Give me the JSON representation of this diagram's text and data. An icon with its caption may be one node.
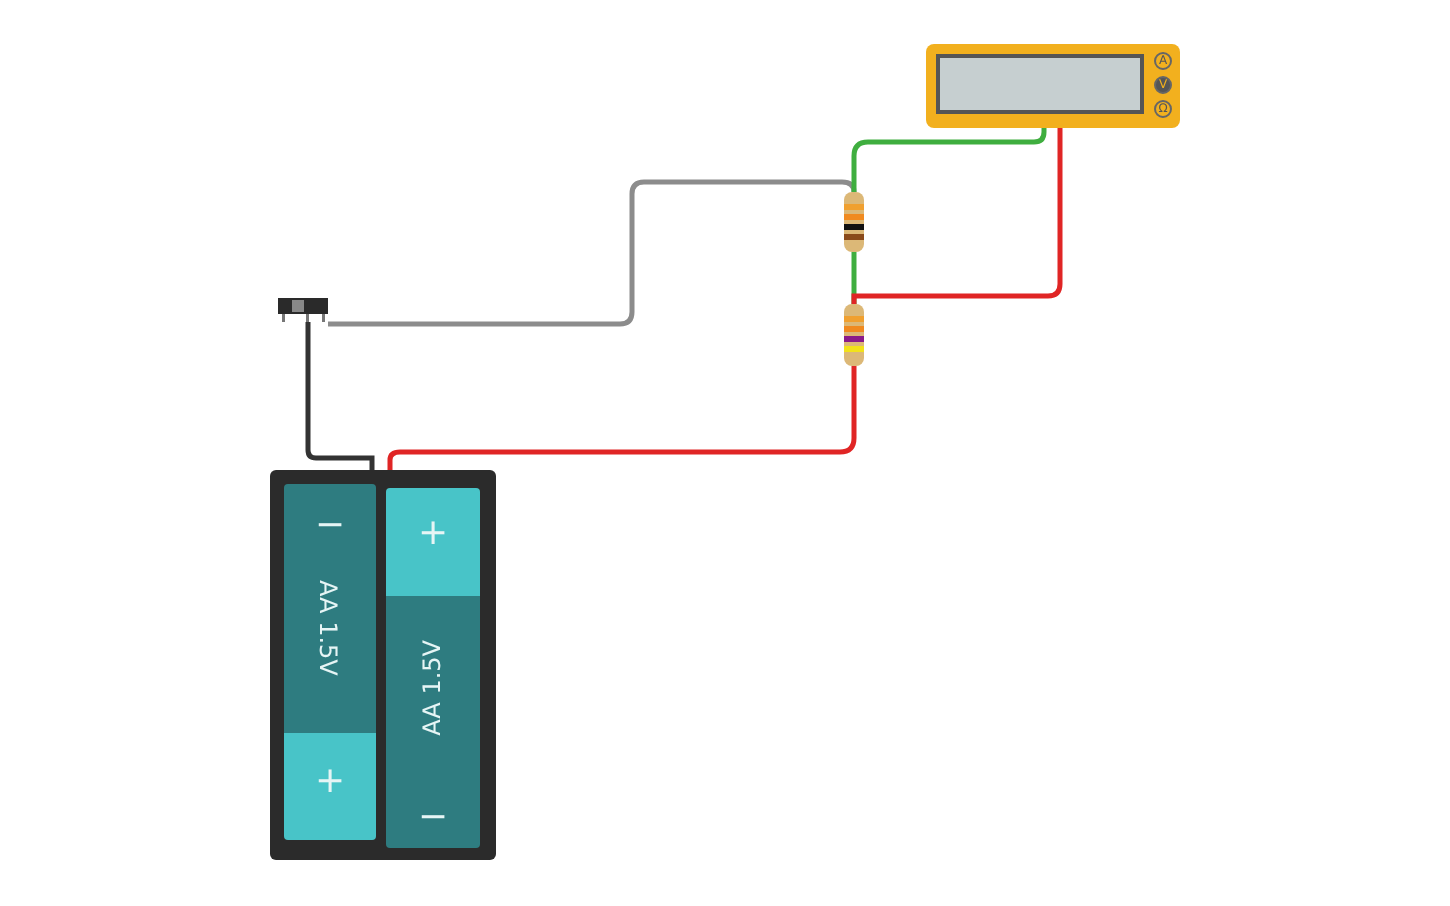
{
  "diagram": {
    "nodes": [
      {
        "text": [],
        "shape": "box"
      },
      {
        "text": [
          "−",
          "AA 1.5V",
          "+"
        ],
        "in": 0
      },
      {
        "text": [
          "+",
          "AA 1.5V",
          "−"
        ],
        "in": 0
      },
      {
        "text": [],
        "shape": "picture"
      },
      {
        "text": [],
        "shape": "picture"
      },
      {
        "text": [],
        "shape": "picture"
      },
      {
        "text": [
          "A",
          "V",
          "Ω"
        ]
      }
    ],
    "edges": [
      {
        "from": 0,
        "to": 3,
        "arrow": "none",
        "color": "#333333"
      },
      {
        "from": 3,
        "to": 4,
        "arrow": "none",
        "color": "#8c8c8c"
      },
      {
        "from": 4,
        "to": 6,
        "arrow": "none",
        "color": "#3fae3f"
      },
      {
        "from": 4,
        "to": 5,
        "arrow": "none",
        "color": "#3fae3f"
      },
      {
        "from": 6,
        "to": 5,
        "arrow": "none",
        "color": "#e02525"
      },
      {
        "from": 0,
        "to": 5,
        "arrow": "none",
        "color": "#e02525"
      }
    ]
  }
}
